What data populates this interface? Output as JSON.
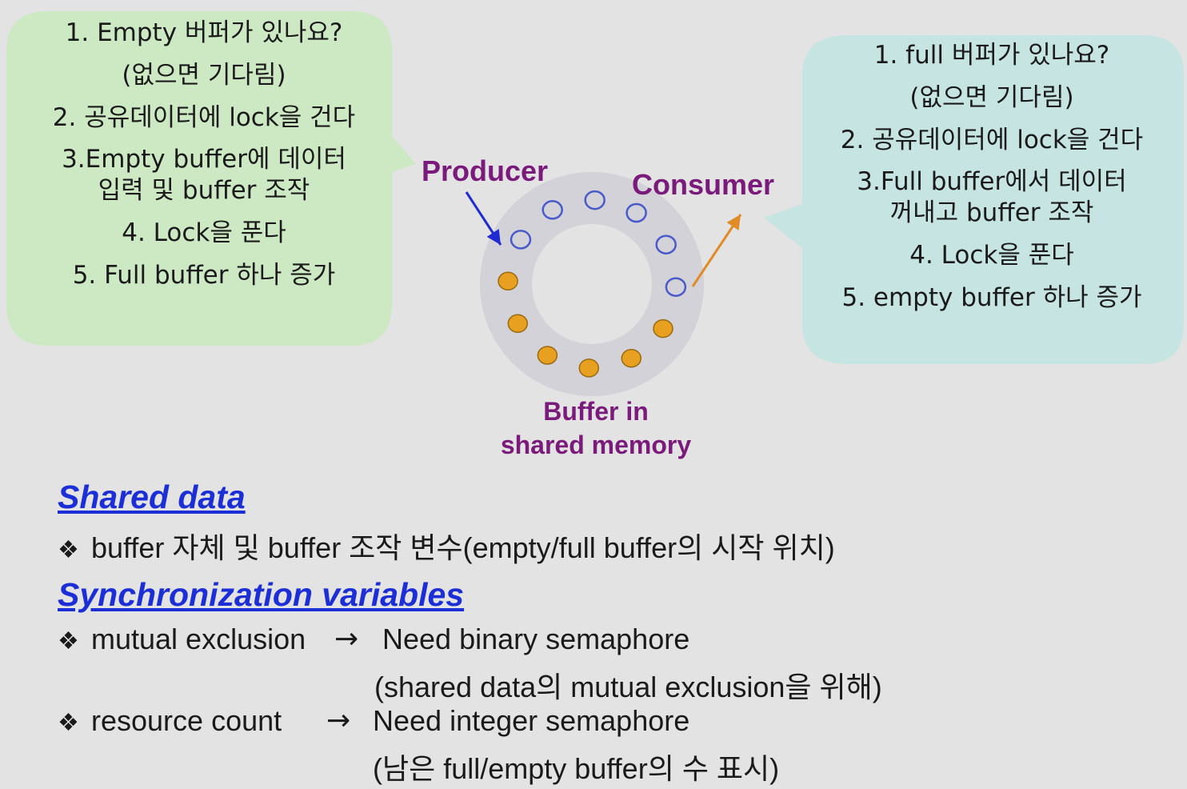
{
  "left_bubble": {
    "lines": [
      "1. Empty 버퍼가 있나요?",
      "(없으면 기다림)",
      "2. 공유데이터에 lock을 건다",
      "3.Empty buffer에 데이터",
      "입력 및 buffer 조작",
      "4. Lock을 푼다",
      "5. Full buffer 하나 증가"
    ],
    "color": "#cde9c4"
  },
  "right_bubble": {
    "lines": [
      "1. full 버퍼가 있나요?",
      "(없으면 기다림)",
      "2. 공유데이터에 lock을 건다",
      "3.Full buffer에서 데이터",
      "꺼내고 buffer 조작",
      "4. Lock을 푼다",
      "5. empty buffer 하나 증가"
    ],
    "color": "#c6e4e2"
  },
  "diagram": {
    "producer_label": "Producer",
    "consumer_label": "Consumer",
    "buffer_caption_line1": "Buffer in",
    "buffer_caption_line2": "shared memory",
    "slots_empty": 6,
    "slots_full": 6,
    "colors": {
      "label": "#7a1a7a",
      "empty_slot": "#4a5ac8",
      "full_slot": "#e8a020",
      "producer_arrow": "#1e2bd0",
      "consumer_arrow": "#e08a28",
      "ring": "#d2d2d8"
    }
  },
  "shared_data": {
    "heading": "Shared data",
    "item": "buffer 자체 및 buffer 조작 변수(empty/full buffer의 시작 위치)"
  },
  "sync_vars": {
    "heading": "Synchronization variables",
    "items": [
      {
        "name": "mutual exclusion",
        "need": "Need binary semaphore",
        "note": "(shared data의 mutual exclusion을 위해)"
      },
      {
        "name": "resource count",
        "need": "Need integer semaphore",
        "note": "(남은 full/empty buffer의 수 표시)"
      }
    ],
    "arrow_glyph": "→",
    "bullet_glyph": "❖"
  }
}
